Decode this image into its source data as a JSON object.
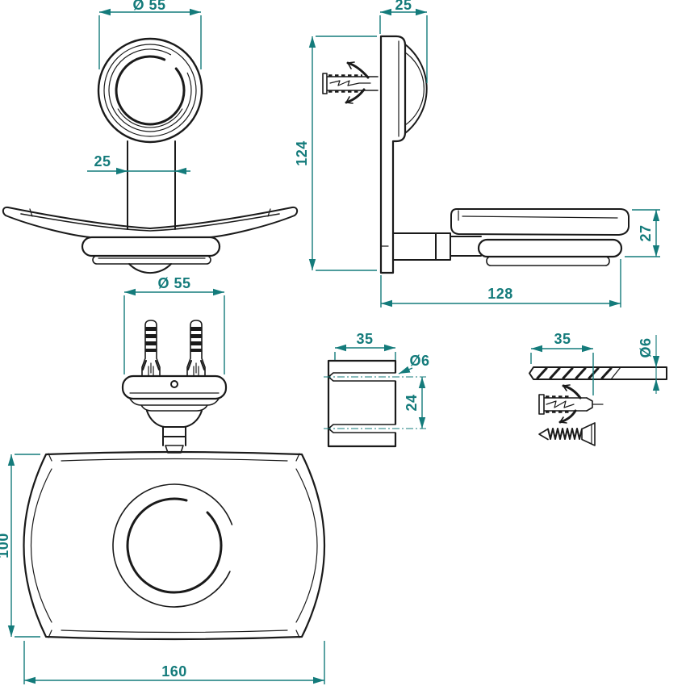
{
  "drawing": {
    "colors": {
      "dimension": "#147b7b",
      "line": "#1a1a1a",
      "background": "#ffffff"
    },
    "views": {
      "front": {
        "dims": {
          "diameter": "Ø 55",
          "stem_width": "25"
        }
      },
      "side": {
        "dims": {
          "wall_offset": "25",
          "height": "124",
          "dish_height": "27",
          "depth": "128"
        }
      },
      "top": {
        "dims": {
          "diameter": "Ø 55"
        }
      },
      "plan": {
        "dims": {
          "depth": "100",
          "width": "160"
        }
      },
      "template": {
        "dims": {
          "depth": "35",
          "hole_diameter": "Ø6",
          "hole_spacing": "24"
        }
      },
      "fixings": {
        "dims": {
          "drill_depth": "35",
          "drill_diameter": "Ø6"
        },
        "parts": {
          "drill": "drill-bit",
          "plug": "wall-plug",
          "screw": "countersunk-screw"
        }
      }
    }
  }
}
